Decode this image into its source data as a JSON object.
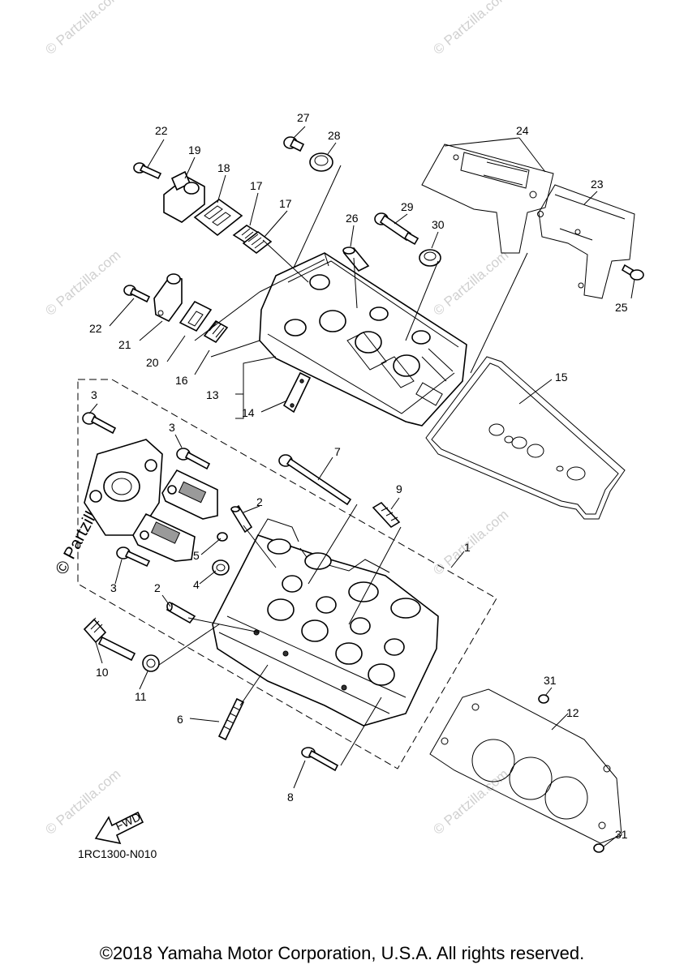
{
  "diagram": {
    "code": "1RC1300-N010",
    "copyright": "©2018 Yamaha Motor Corporation, U.S.A. All rights reserved.",
    "fwd_label": "FWD",
    "watermark": "© Partzilla.com",
    "callouts": {
      "c1": "1",
      "c2a": "2",
      "c2b": "2",
      "c3a": "3",
      "c3b": "3",
      "c3c": "3",
      "c4": "4",
      "c5": "5",
      "c6": "6",
      "c7": "7",
      "c8": "8",
      "c9": "9",
      "c10": "10",
      "c11": "11",
      "c12": "12",
      "c13": "13",
      "c14": "14",
      "c15": "15",
      "c16": "16",
      "c17a": "17",
      "c17b": "17",
      "c18": "18",
      "c19": "19",
      "c20": "20",
      "c21": "21",
      "c22a": "22",
      "c22b": "22",
      "c23": "23",
      "c24": "24",
      "c25": "25",
      "c26": "26",
      "c27": "27",
      "c28": "28",
      "c29": "29",
      "c30": "30",
      "c31a": "31",
      "c31b": "31"
    }
  }
}
